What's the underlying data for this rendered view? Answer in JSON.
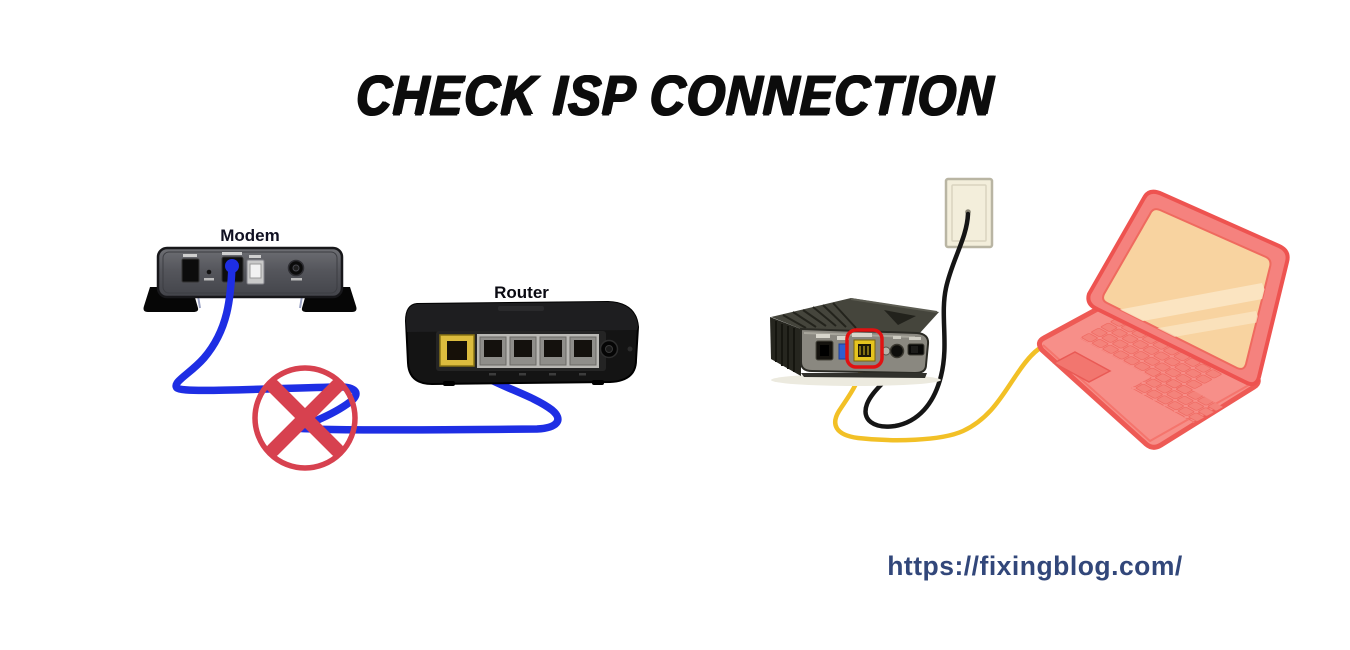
{
  "title": {
    "text": "CHECK ISP CONNECTION",
    "color": "#0c0c0c"
  },
  "wrong_setup": {
    "modem_label": "Modem",
    "router_label": "Router",
    "meaning": "modem-to-router cable crossed out"
  },
  "footer": {
    "url": "https://fixingblog.com/",
    "color": "#32477a"
  },
  "colors": {
    "cable_blue": "#1e2ee4",
    "cross_red": "#d7414f",
    "cable_yellow": "#f2c026",
    "cable_black": "#151515",
    "highlight_red": "#e01212",
    "laptop_body": "#f78f89",
    "laptop_outline": "#ee5a55",
    "laptop_screen": "#f8d3a0",
    "wall_plate": "#f3eedb",
    "modem_gray": "#55565c",
    "router_black": "#141414",
    "port_yellow": "#dcbc3e"
  }
}
